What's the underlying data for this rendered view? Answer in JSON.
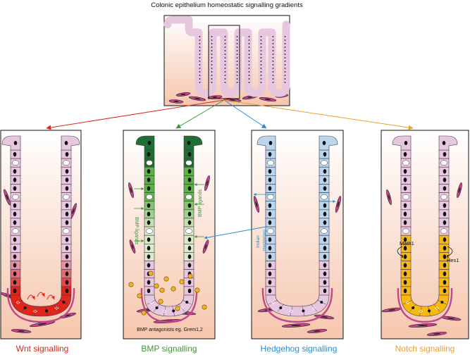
{
  "title": "Colonic epithelium homeostatic signalling gradients",
  "panels": {
    "wnt": {
      "label": "Wnt signalling",
      "color": "#e0251b"
    },
    "bmp": {
      "label": "BMP signalling",
      "color": "#3a9a35",
      "ligands_left": "BMP ligands",
      "ligands_right": "BMP ligands",
      "antagonists": "BMP antagonists eg. Grem1,2"
    },
    "hedgehog": {
      "label": "Hedgehog signalling",
      "color": "#2a8ccf",
      "ligand_line1": "Indian",
      "ligand_line2": "Hedgehog"
    },
    "notch": {
      "label": "Notch signalling",
      "color": "#ef9e2c",
      "gene_left": "Math1",
      "gene_right": "Hes1"
    }
  },
  "colors": {
    "epithelium": "#e7c7e0",
    "cell_outline": "#4a3348",
    "stroma_top": "#ffffff",
    "stroma_bottom": "#f6c6ad",
    "fibroblast": "#c0468e",
    "nucleus": "#111111",
    "wnt_high": "#e0251b",
    "bmp_dark": "#1f6f35",
    "bmp_mid": "#5fb24a",
    "bmp_light": "#d9ecc8",
    "hedgehog_cell": "#b9d6ef",
    "notch_cell": "#f6b90f",
    "antagonist": "#f4b320"
  }
}
